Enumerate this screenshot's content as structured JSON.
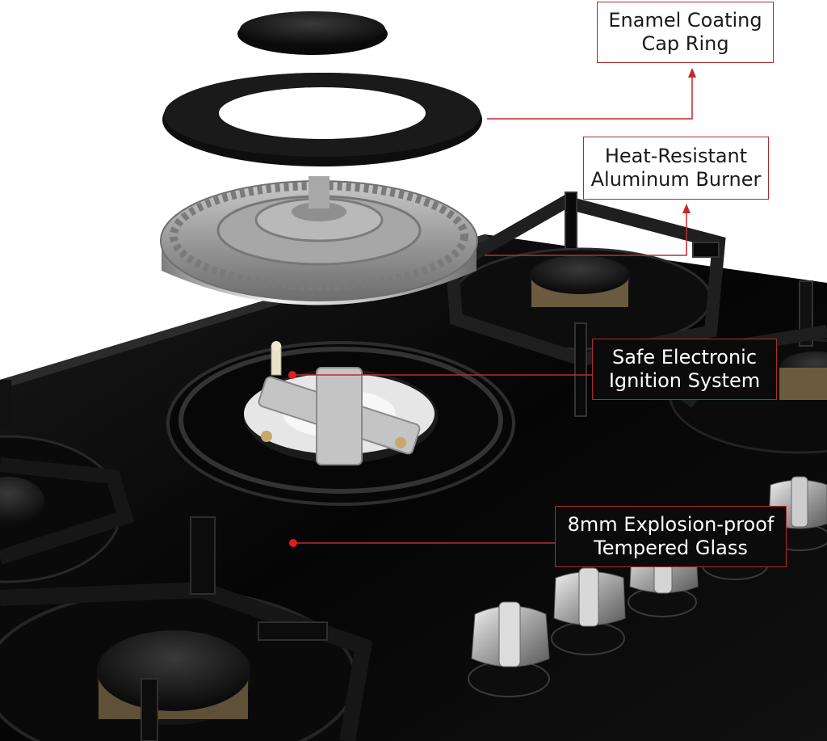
{
  "callouts": {
    "cap_ring": {
      "line1": "Enamel Coating",
      "line2": "Cap Ring"
    },
    "burner": {
      "line1": "Heat-Resistant",
      "line2": "Aluminum Burner"
    },
    "ignition": {
      "line1": "Safe Electronic",
      "line2": "Ignition System"
    },
    "glass": {
      "line1": "8mm Explosion-proof",
      "line2": "Tempered Glass"
    }
  },
  "colors": {
    "accent_line": "#c62828",
    "glass_top": "#070707",
    "label_border": "#b02a2a",
    "aluminum": "#9e9e9e",
    "steel_knob": "#b8b8b8"
  },
  "icons": [
    "burner-cap",
    "cap-ring",
    "aluminum-burner",
    "pan-support-grate",
    "control-knob",
    "ignition-electrode"
  ]
}
